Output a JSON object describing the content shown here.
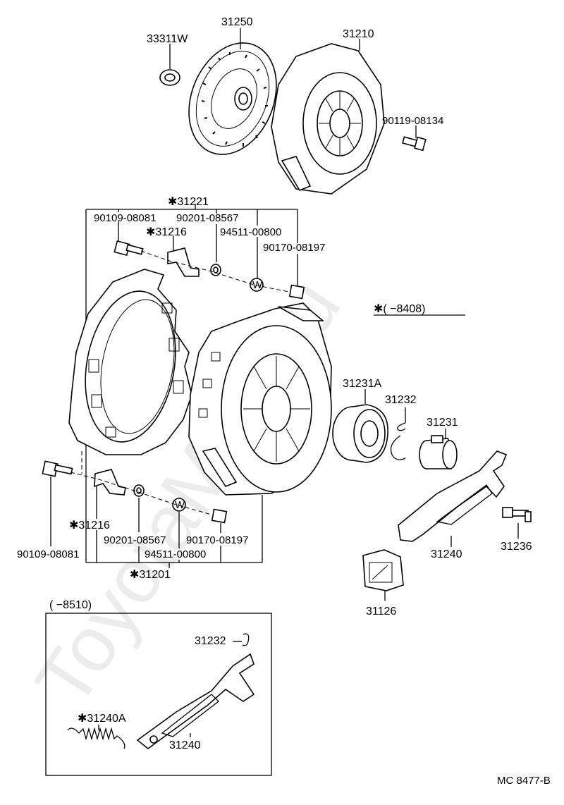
{
  "labels": {
    "p33311w": "33311W",
    "p31250": "31250",
    "p31210": "31210",
    "p90119": "90119-08134",
    "s31221": "✱31221",
    "p90109_top": "90109-08081",
    "p90201_top": "90201-08567",
    "s31216_top": "✱31216",
    "p94511_top": "94511-00800",
    "p90170_top": "90170-08197",
    "note_8408": "✱(      −8408)",
    "p31231a": "31231A",
    "p31232": "31232",
    "p31231": "31231",
    "s31216_bot": "✱31216",
    "p90201_bot": "90201-08567",
    "p90170_bot": "90170-08197",
    "p94511_bot": "94511-00800",
    "p90109_bot": "90109-08081",
    "s31201": "✱31201",
    "p31240": "31240",
    "p31236": "31236",
    "p31126": "31126",
    "note_8510": "(      −8510)",
    "inset_31232": "31232",
    "inset_31240a": "✱31240A",
    "inset_31240": "31240",
    "code": "MC 8477-B"
  },
  "watermark": "ToyotaMine.ru",
  "washer_mark": "W"
}
